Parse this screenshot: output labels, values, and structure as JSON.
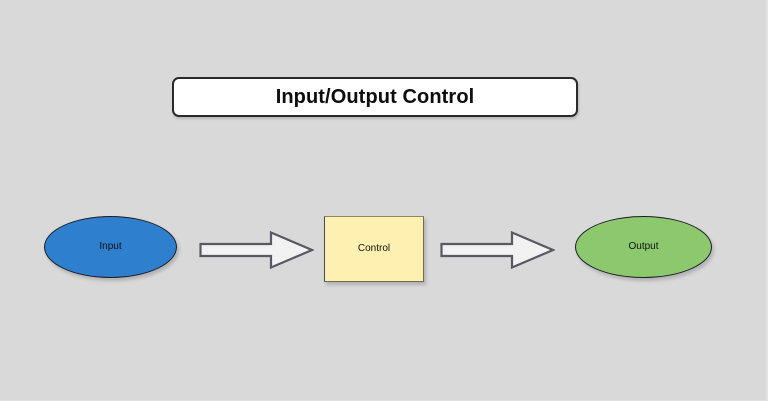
{
  "diagram": {
    "title": "Input/Output Control",
    "background_color": "#d9d9d9",
    "nodes": [
      {
        "id": "input",
        "label": "Input",
        "shape": "ellipse",
        "fill_color": "#2e80ce",
        "border_color": "#1c1c22"
      },
      {
        "id": "control",
        "label": "Control",
        "shape": "rectangle",
        "fill_color": "#fdf0b0",
        "border_color": "#6d6d55"
      },
      {
        "id": "output",
        "label": "Output",
        "shape": "ellipse",
        "fill_color": "#8cc96e",
        "border_color": "#1c1c22"
      }
    ],
    "connectors": [
      {
        "id": "arrow-input-to-control",
        "from": "input",
        "to": "control",
        "style": "block-arrow",
        "fill_color": "#f2f2f2",
        "border_color": "#595964"
      },
      {
        "id": "arrow-control-to-output",
        "from": "control",
        "to": "output",
        "style": "block-arrow",
        "fill_color": "#f2f2f2",
        "border_color": "#595964"
      }
    ]
  }
}
